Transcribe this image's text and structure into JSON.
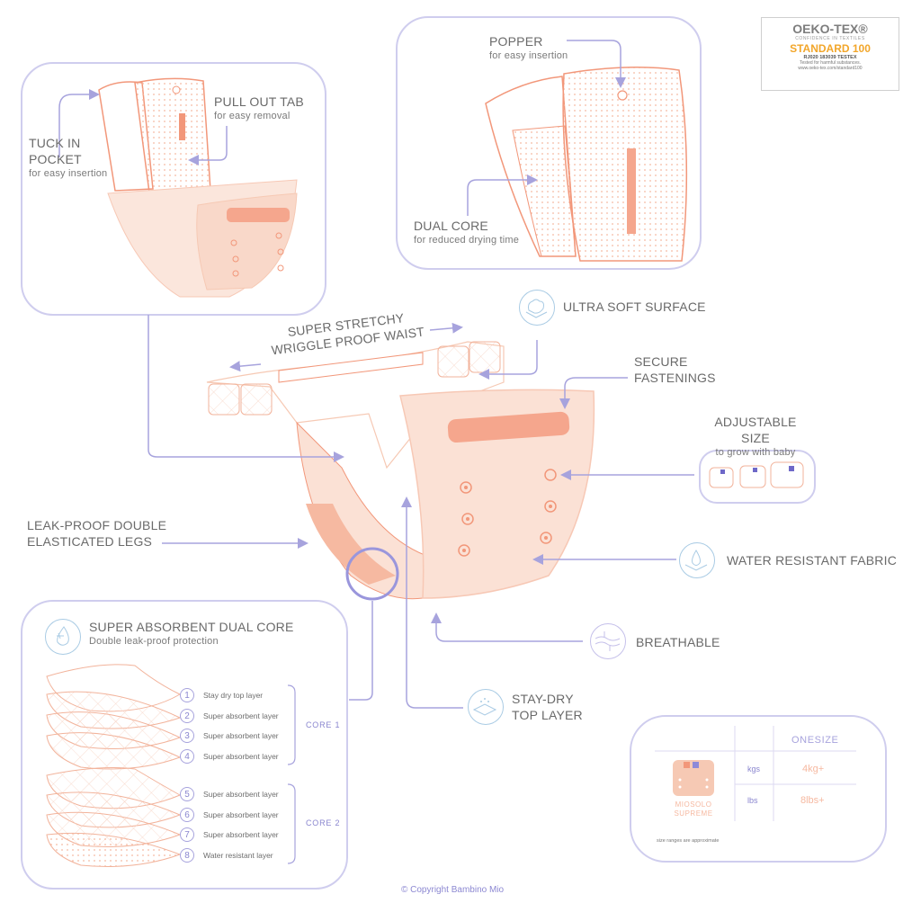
{
  "title": "Bambino Mio Miosolo Supreme cloth nappy features",
  "colors": {
    "accent_purple": "#a7a3dd",
    "peach": "#f6c9b4",
    "peach_dark": "#f2977a",
    "icon_blue": "#a9cbe4",
    "oeko_orange": "#f2a62a"
  },
  "badge": {
    "brand": "OEKO-TEX®",
    "tagline": "CONFIDENCE IN TEXTILES",
    "standard": "STANDARD 100",
    "code": "RJ020 183039 TESTEX",
    "tested": "Tested for harmful substances.",
    "url": "www.oeko-tex.com/standard100"
  },
  "insert_panel": {
    "tuck": {
      "title_line1": "TUCK IN",
      "title_line2": "POCKET",
      "subtitle": "for easy insertion"
    },
    "pull": {
      "title": "PULL OUT TAB",
      "subtitle": "for easy removal"
    }
  },
  "core_panel": {
    "popper": {
      "title": "POPPER",
      "subtitle": "for easy insertion"
    },
    "dual": {
      "title": "DUAL CORE",
      "subtitle": "for reduced drying time"
    }
  },
  "features": {
    "waist_line1": "SUPER STRETCHY",
    "waist_line2": "WRIGGLE PROOF WAIST",
    "ultra_soft": "ULTRA SOFT SURFACE",
    "secure_line1": "SECURE",
    "secure_line2": "FASTENINGS",
    "adjustable_title": "ADJUSTABLE SIZE",
    "adjustable_sub": "to grow with baby",
    "water_resistant": "WATER RESISTANT FABRIC",
    "breathable": "BREATHABLE",
    "stay_dry_line1": "STAY-DRY",
    "stay_dry_line2": "TOP LAYER",
    "legs_line1": "LEAK-PROOF DOUBLE",
    "legs_line2": "ELASTICATED LEGS"
  },
  "absorbent": {
    "title": "SUPER ABSORBENT DUAL CORE",
    "subtitle": "Double leak-proof protection",
    "layers": [
      {
        "n": "1",
        "label": "Stay dry top layer"
      },
      {
        "n": "2",
        "label": "Super absorbent layer"
      },
      {
        "n": "3",
        "label": "Super absorbent layer"
      },
      {
        "n": "4",
        "label": "Super absorbent layer"
      },
      {
        "n": "5",
        "label": "Super absorbent layer"
      },
      {
        "n": "6",
        "label": "Super absorbent layer"
      },
      {
        "n": "7",
        "label": "Super absorbent layer"
      },
      {
        "n": "8",
        "label": "Water resistant layer"
      }
    ],
    "core1": "CORE 1",
    "core2": "CORE 2"
  },
  "size_table": {
    "product_line1": "MIOSOLO",
    "product_line2": "SUPREME",
    "column": "ONESIZE",
    "rows": [
      {
        "unit": "kgs",
        "value": "4kg+"
      },
      {
        "unit": "lbs",
        "value": "8lbs+"
      }
    ],
    "note": "size ranges are approximate"
  },
  "copyright": "© Copyright Bambino Mio"
}
